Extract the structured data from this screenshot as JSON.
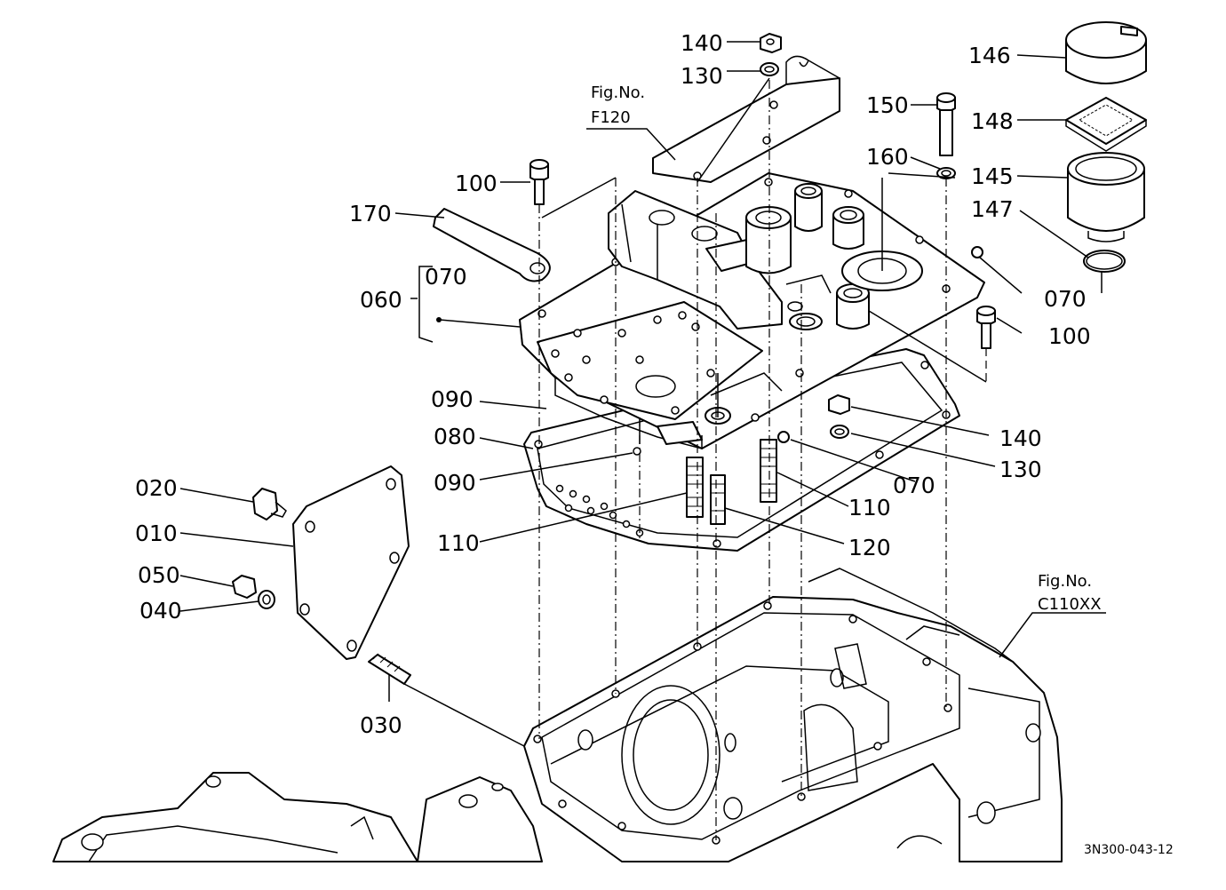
{
  "diagram": {
    "labels": {
      "l140a": "140",
      "l130a": "130",
      "l100a": "100",
      "l170": "170",
      "l070a": "070",
      "l060": "060",
      "l090a": "090",
      "l080": "080",
      "l090b": "090",
      "l110a": "110",
      "l020": "020",
      "l010": "010",
      "l050": "050",
      "l040": "040",
      "l030": "030",
      "l150": "150",
      "l160": "160",
      "l146": "146",
      "l148": "148",
      "l145": "145",
      "l147": "147",
      "l070b": "070",
      "l100b": "100",
      "l140b": "140",
      "l130b": "130",
      "l070c": "070",
      "l110b": "110",
      "l120": "120"
    },
    "fig_refs": {
      "f120_title": "Fig.No.",
      "f120_code": "F120",
      "c110_title": "Fig.No.",
      "c110_code": "C110XX"
    },
    "drawing_code": "3N300-043-12"
  }
}
